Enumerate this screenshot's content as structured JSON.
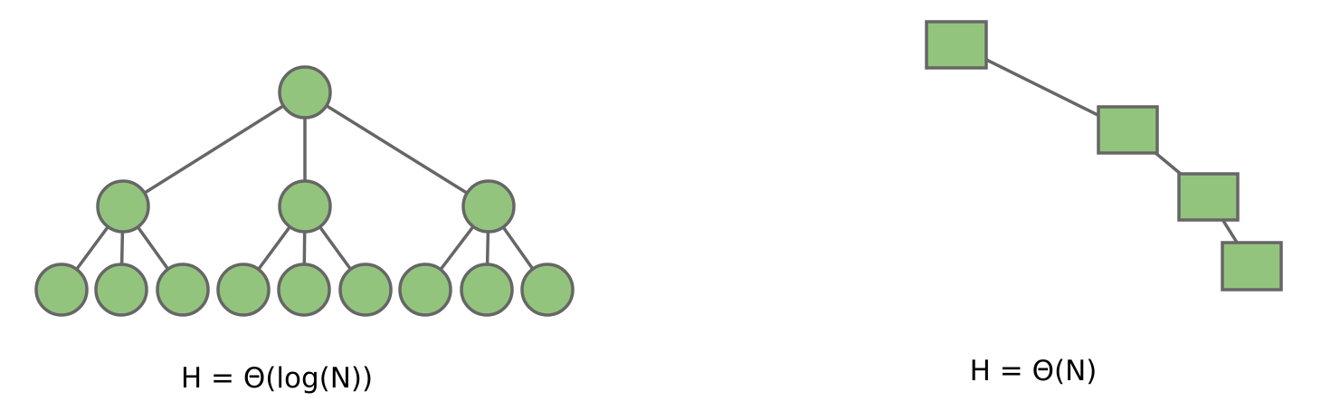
{
  "colors": {
    "node_fill": "#93c47d",
    "node_stroke": "#666666",
    "edge": "#666666",
    "text": "#000000",
    "background": "#ffffff"
  },
  "left_diagram": {
    "shape": "circle",
    "branching_factor": 3,
    "levels": 3,
    "caption": "H = Θ(log(N))"
  },
  "right_diagram": {
    "shape": "square",
    "node_count": 4,
    "caption": "H = Θ(N)"
  }
}
